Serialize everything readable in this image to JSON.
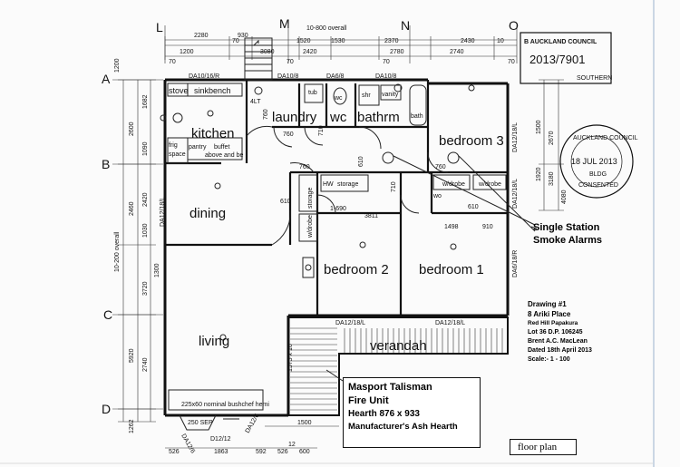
{
  "grid": {
    "columns": [
      "L",
      "M",
      "N",
      "O"
    ],
    "rows": [
      "A",
      "B",
      "C",
      "D"
    ]
  },
  "rooms": {
    "kitchen": "kitchen",
    "laundry": "laundry",
    "wc": "wc",
    "bathroom": "bathrm",
    "bedroom3": "bedroom 3",
    "dining": "dining",
    "bedroom2": "bedroom 2",
    "bedroom1": "bedroom 1",
    "living": "living",
    "verandah": "verandah"
  },
  "fixtures": {
    "stove": "stove",
    "sinkbench": "sinkbench",
    "frig": "frig",
    "space": "space",
    "pantry": "pantry",
    "buffet": "buffet",
    "above_bench": "above and be",
    "tub": "tub",
    "wc_fixture": "wc",
    "shower": "shr",
    "vanity": "vanity",
    "bath": "bath",
    "storage": "storage",
    "wardrobe": "w/drobe",
    "hw": "HW",
    "wo": "wo"
  },
  "dims": {
    "top": [
      "2280",
      "930",
      "10-800 overall",
      "1520",
      "1530",
      "2370",
      "2430",
      "1200",
      "3080",
      "2420",
      "2780",
      "2740",
      "10"
    ],
    "top2": [
      "70",
      "70",
      "70",
      "70",
      "70"
    ],
    "door_widths": [
      "760",
      "710",
      "760",
      "610",
      "760",
      "610",
      "610",
      "760",
      "710"
    ],
    "misc": [
      "1-690",
      "3811",
      "1498",
      "910",
      "4LT"
    ],
    "left_overall": "10-200 overall",
    "left": [
      "1200",
      "2600",
      "2460",
      "5920",
      "1262",
      "1682",
      "1090",
      "2420",
      "1030",
      "1300",
      "3720",
      "2740"
    ],
    "right": [
      "2670",
      "1920",
      "3180",
      "4080",
      "1500"
    ],
    "bottom": [
      "526",
      "1863",
      "592",
      "526",
      "600",
      "12"
    ],
    "bottom_dim": "1500",
    "verandah_slope": "1575 x 16",
    "fire_note": "225x60 nominal bushchef hemi",
    "fire_sep": "250 SEP"
  },
  "frames": {
    "top": [
      "DA10/16/R",
      "DA10/8",
      "DA6/8",
      "DA10/8"
    ],
    "right": [
      "DA12/18/L",
      "DA12/18/L",
      "DA6/18/R"
    ],
    "left": [
      "DA12/18/L"
    ],
    "bottom": [
      "DA12/18/L",
      "DA12/18/L",
      "DA12/6",
      "D12/12",
      "DA12/6"
    ]
  },
  "stamp": {
    "council": "B AUCKLAND COUNCIL",
    "number": "2013/7901",
    "area": "SOUTHERN",
    "round_top": "AUCKLAND COUNCIL",
    "round_date": "18 JUL 2013",
    "round_bottom_1": "BLDG",
    "round_bottom_2": "CONSENTED"
  },
  "labels": {
    "smoke_line1": "Single Station",
    "smoke_line2": "Smoke Alarms",
    "fire_line1": "Masport Talisman",
    "fire_line2": "Fire Unit",
    "fire_line3": "Hearth 876 x 933",
    "fire_line4": "Manufacturer's Ash Hearth",
    "drawing_title": "Drawing #1",
    "drawing_address": "8 Ariki Place",
    "drawing_suburb": "Red Hill Papakura",
    "drawing_lot": "Lot 36 D.P. 106245",
    "drawing_author": "Brent A.C. MacLean",
    "drawing_date": "Dated 18th April 2013",
    "drawing_scale": "Scale:- 1 - 100",
    "floor_plan": "floor plan"
  }
}
